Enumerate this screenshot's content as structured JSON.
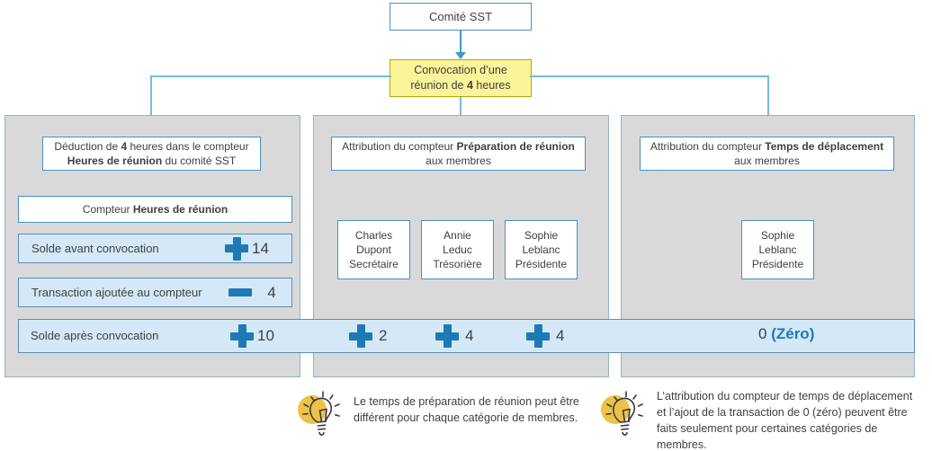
{
  "diagram": {
    "top": {
      "committee_box": {
        "label": "Comité SST"
      },
      "convocation_box": {
        "line1": "Convocation d’une",
        "line2_pre": "réunion de ",
        "line2_strong": "4",
        "line2_post": " heures"
      }
    },
    "panels": [
      {
        "id": "panel-meeting-hours",
        "header": {
          "line1_pre": "Déduction de ",
          "line1_strong": "4",
          "line1_post": " heures dans le compteur",
          "line2_strong": "Heures de réunion",
          "line2_post": " du comité SST"
        },
        "counter_title_pre": "Compteur ",
        "counter_title_strong": "Heures de réunion",
        "rows": [
          {
            "label": "Solde avant convocation",
            "icon": "plus-icon",
            "value": "14"
          },
          {
            "label": "Transaction ajoutée au compteur",
            "icon": "minus-icon",
            "value": "4"
          }
        ]
      },
      {
        "id": "panel-meeting-prep",
        "header": {
          "line1_pre": "Attribution du compteur ",
          "line1_strong": "Préparation de réunion",
          "line1_post": "",
          "line2_strong": "",
          "line2_post": "aux membres"
        },
        "members": [
          {
            "first": "Charles",
            "last": "Dupont",
            "role": "Secrétaire"
          },
          {
            "first": "Annie",
            "last": "Leduc",
            "role": "Trésorière"
          },
          {
            "first": "Sophie",
            "last": "Leblanc",
            "role": "Présidente"
          }
        ]
      },
      {
        "id": "panel-travel-time",
        "header": {
          "line1_pre": "Attribution du compteur ",
          "line1_strong": "Temps de déplacement",
          "line1_post": "",
          "line2_strong": "",
          "line2_post": "aux membres"
        },
        "members": [
          {
            "first": "Sophie",
            "last": "Leblanc",
            "role": "Présidente"
          }
        ]
      }
    ],
    "balance_bar": {
      "label": "Solde après convocation",
      "entries": [
        {
          "icon": "plus-icon",
          "value": "10"
        },
        {
          "icon": "plus-icon",
          "value": "2"
        },
        {
          "icon": "plus-icon",
          "value": "4"
        },
        {
          "icon": "plus-icon",
          "value": "4"
        }
      ],
      "zero_value": "0 ",
      "zero_word": "(Zéro)"
    },
    "notes": [
      {
        "id": "note-prep-time",
        "icon": "lightbulb-icon",
        "line1": "Le temps de préparation de réunion peut être",
        "line2": "différent pour chaque catégorie de membres.",
        "line3": "",
        "line4": ""
      },
      {
        "id": "note-travel-time",
        "icon": "lightbulb-icon",
        "line1": "L’attribution du compteur de temps de déplacement",
        "line2": "et l’ajout de la transaction de 0 (zéro) peuvent être",
        "line3": "faits seulement pour certaines catégories de",
        "line4": "membres."
      }
    ],
    "colors": {
      "panel_gray": "#d9d9d9",
      "light_blue": "#d4e8f7",
      "accent_blue": "#1d7ab5",
      "connector_blue": "#3f9ad1",
      "yellow": "#fbf49a",
      "bulb_yellow": "#eec24a",
      "text": "#404040"
    }
  }
}
